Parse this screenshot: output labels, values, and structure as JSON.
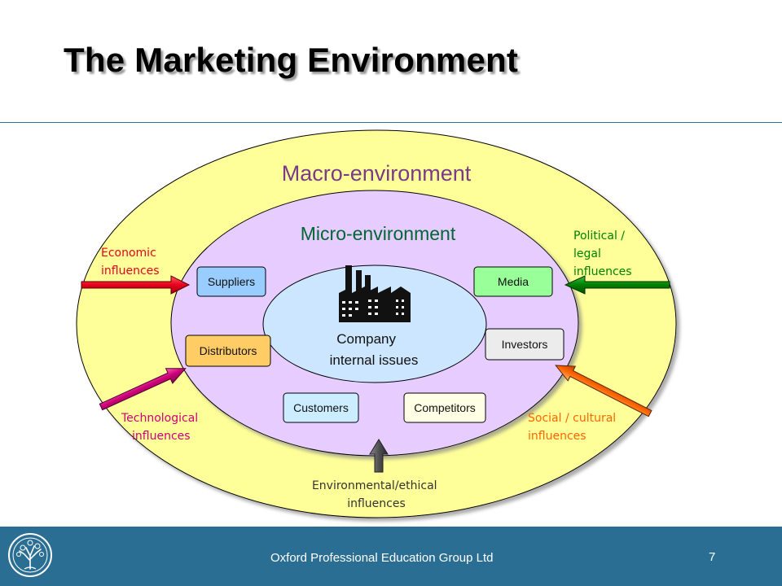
{
  "slide": {
    "title": "The Marketing Environment",
    "footer": "Oxford Professional Education Group Ltd",
    "page_number": "7"
  },
  "diagram": {
    "macro_label": "Macro-environment",
    "micro_label": "Micro-environment",
    "company_label_line1": "Company",
    "company_label_line2": "internal issues",
    "micro_boxes": {
      "suppliers": "Suppliers",
      "media": "Media",
      "distributors": "Distributors",
      "investors": "Investors",
      "customers": "Customers",
      "competitors": "Competitors"
    },
    "influences": {
      "economic": [
        "Economic",
        "influences"
      ],
      "political": [
        "Political /",
        "legal",
        "influences"
      ],
      "technological": [
        "Technological",
        "influences"
      ],
      "social": [
        "Social / cultural",
        "influences"
      ],
      "environmental": [
        "Environmental/ethical",
        "influences"
      ]
    }
  },
  "colors": {
    "macro_fill": "#ffff99",
    "micro_fill": "#e6ccff",
    "company_fill": "#cce6ff",
    "suppliers_fill": "#99ccff",
    "media_fill": "#99ff99",
    "distributors_fill": "#ffcc66",
    "investors_fill": "#ececec",
    "customers_fill": "#ccecff",
    "competitors_fill": "#ffffe5",
    "economic": "#e8001c",
    "political": "#008000",
    "technological": "#cc0077",
    "social": "#ff6600",
    "environmental": "#555555",
    "footer_bg": "#2a6f93"
  }
}
